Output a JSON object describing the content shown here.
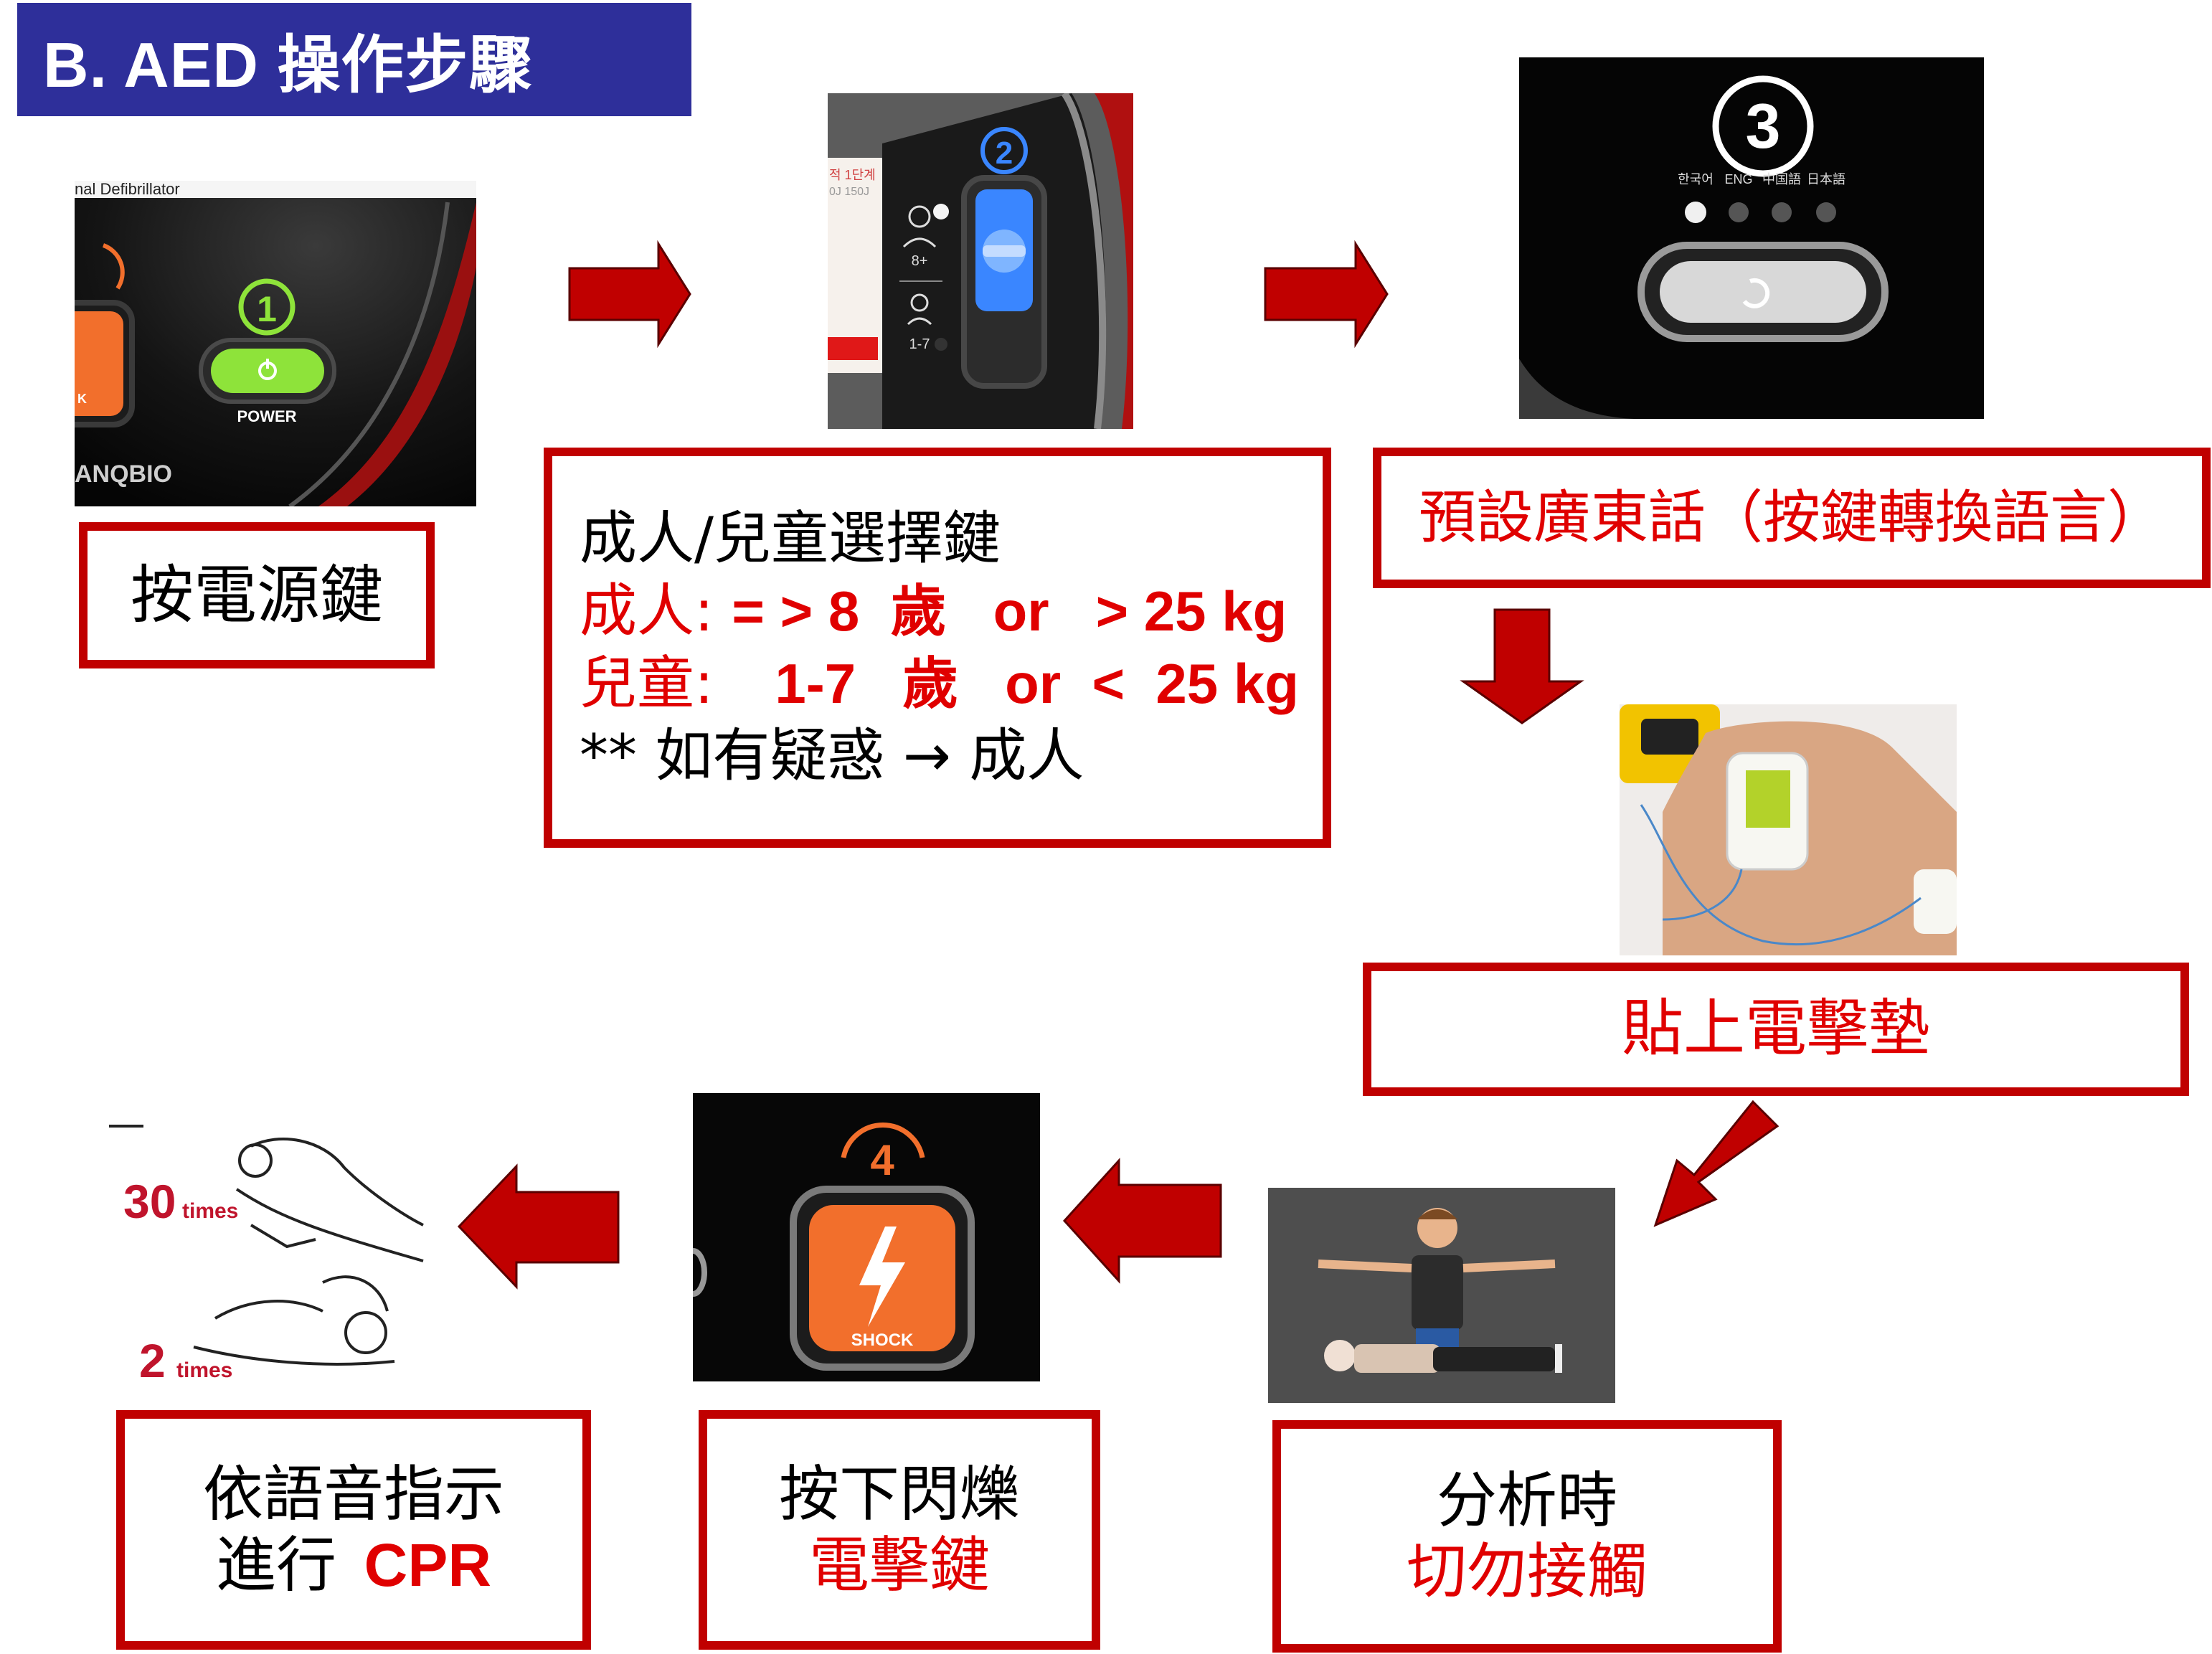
{
  "title": "B.  AED 操作步驟",
  "colors": {
    "banner": "#2e2f9a",
    "frame": "#c00000",
    "accent_red": "#e00000",
    "arrow_red": "#c00000",
    "power_green": "#8ee33a",
    "shock_orange": "#f26f2c",
    "selector_blue": "#3a86ff"
  },
  "step1": {
    "photo": {
      "header": "nal Defibrillator",
      "badge": "1",
      "button_label": "POWER",
      "brand": "ANQBIO",
      "side_label": "K"
    },
    "caption": "按電源鍵"
  },
  "step2": {
    "photo": {
      "badge": "2",
      "panel_text_1": "적 1단계",
      "panel_text_2": "0J 150J",
      "adult_label": "8+",
      "child_label": "1-7"
    },
    "caption": {
      "line1": "成人/兒童選擇鍵",
      "adult_prefix": "成人:",
      "adult_value": "= > 8  歲   or   > 25 kg",
      "child_prefix": "兒童:",
      "child_value": "1-7   歲   or  <  25 kg",
      "line4": "** 如有疑惑 → 成人"
    }
  },
  "step3": {
    "photo": {
      "badge": "3",
      "languages": [
        "한국어",
        "ENG",
        "中国語",
        "日本語"
      ]
    },
    "caption": "預設廣東話（按鍵轉換語言）"
  },
  "step4": {
    "caption": "貼上電擊墊"
  },
  "step5": {
    "caption_line1": "分析時",
    "caption_line2": "切勿接觸"
  },
  "step6": {
    "photo": {
      "badge": "4",
      "button_label": "SHOCK"
    },
    "caption_line1": "按下閃爍",
    "caption_line2": "電擊鍵"
  },
  "step7": {
    "photo": {
      "compressions_number": "30",
      "compressions_unit": "times",
      "breaths_number": "2",
      "breaths_unit": "times"
    },
    "caption_line1": "依語音指示",
    "caption_line2_prefix": "進行",
    "caption_line2_cpr": "CPR"
  }
}
